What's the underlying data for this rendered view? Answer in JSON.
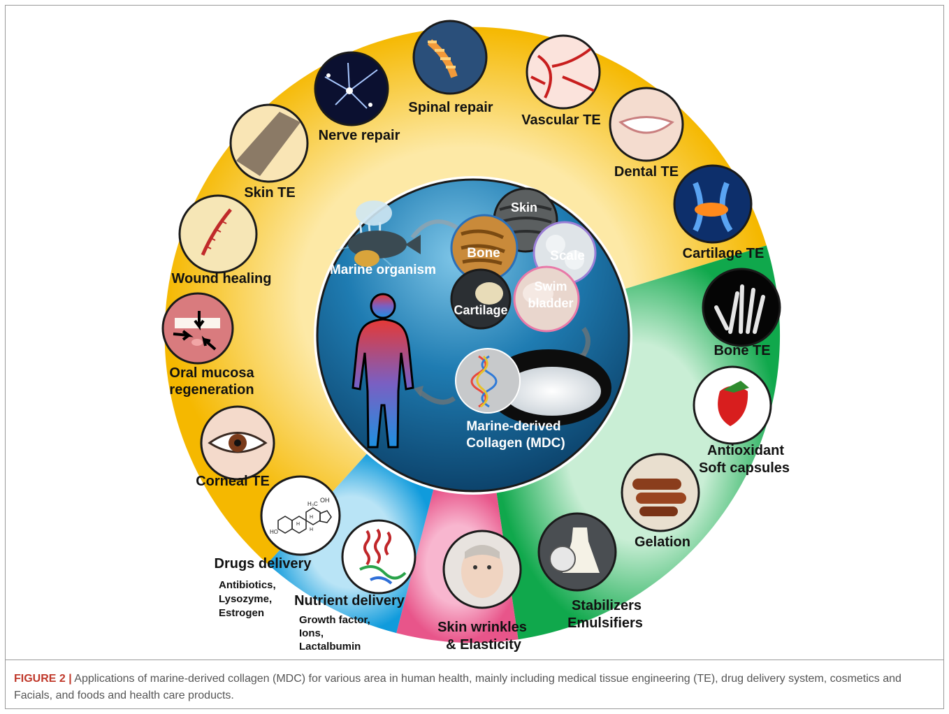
{
  "figure": {
    "center": {
      "source_label": "Marine organism",
      "product_label_line1": "Marine-derived",
      "product_label_line2": "Collagen (MDC)",
      "parts": {
        "skin": "Skin",
        "bone": "Bone",
        "scale": "Scale",
        "swim_line1": "Swim",
        "swim_line2": "bladder",
        "cartilage": "Cartilage"
      }
    },
    "tissue_engineering": [
      {
        "key": "skin-te",
        "label": "Skin TE"
      },
      {
        "key": "nerve",
        "label": "Nerve repair"
      },
      {
        "key": "spinal",
        "label": "Spinal repair"
      },
      {
        "key": "vascular",
        "label": "Vascular TE"
      },
      {
        "key": "dental",
        "label": "Dental TE"
      },
      {
        "key": "cartilage-te",
        "label": "Cartilage TE"
      },
      {
        "key": "bone-te",
        "label": "Bone TE"
      },
      {
        "key": "wound",
        "label": "Wound healing"
      },
      {
        "key": "oral-1",
        "label": "Oral mucosa"
      },
      {
        "key": "oral-2",
        "label": "regeneration"
      },
      {
        "key": "corneal",
        "label": "Corneal TE"
      }
    ],
    "foods": {
      "antioxidant_line1": "Antioxidant",
      "antioxidant_line2": "Soft capsules",
      "gelation": "Gelation",
      "stabilizers_line1": "Stabilizers",
      "stabilizers_line2": "Emulsifiers"
    },
    "cosmetics": {
      "line1": "Skin wrinkles",
      "line2": "& Elasticity"
    },
    "delivery": {
      "drugs": "Drugs delivery",
      "drugs_items": [
        "Antibiotics,",
        "Lysozyme,",
        "Estrogen"
      ],
      "nutrient": "Nutrient delivery",
      "nutrient_items": [
        "Growth factor,",
        "Ions,",
        "Lactalbumin"
      ],
      "steroid_labels": [
        "OH",
        "H₃C",
        "HO",
        "H",
        "H",
        "H"
      ]
    },
    "colors": {
      "tissue_ring": "#f5b800",
      "foods_ring": "#1fb35a",
      "cosmetics_ring": "#e8558a",
      "delivery_ring": "#1aa3e0",
      "center_water": "#0e5c8a"
    }
  },
  "caption": {
    "lead": "FIGURE 2 |",
    "text": " Applications of marine-derived collagen (MDC) for various area in human health, mainly including medical tissue engineering (TE), drug delivery system, cosmetics and Facials, and foods and health care products."
  }
}
